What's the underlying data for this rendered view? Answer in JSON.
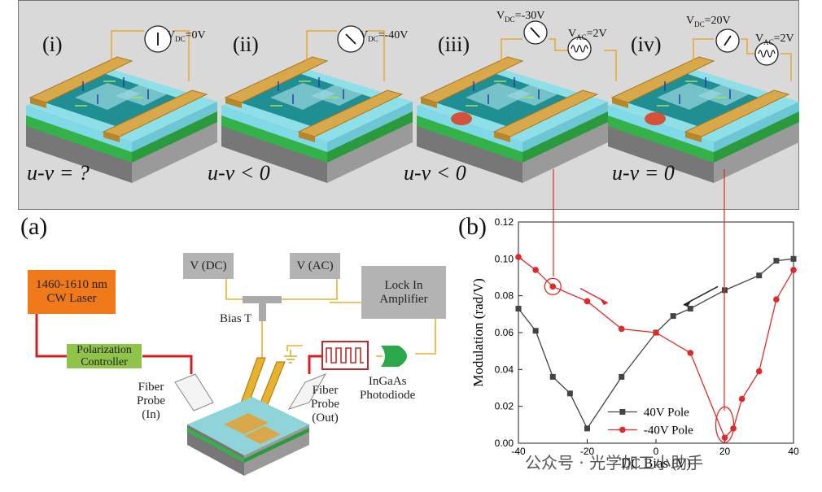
{
  "top_panel": {
    "devices": [
      {
        "roman": "(i)",
        "vdc": "=0V",
        "vac": "",
        "relation": "u-v = ?"
      },
      {
        "roman": "(ii)",
        "vdc": "=-40V",
        "vac": "",
        "relation": "u-v < 0"
      },
      {
        "roman": "(iii)",
        "vdc": "=-30V",
        "vac": "=2V",
        "relation": "u-v < 0"
      },
      {
        "roman": "(iv)",
        "vdc": "=20V",
        "vac": "=2V",
        "relation": "u-v = 0"
      }
    ],
    "v_dc_symbol": "V",
    "v_dc_sub": "DC",
    "v_ac_symbol": "V",
    "v_ac_sub": "AC"
  },
  "panel_a": {
    "letter": "(a)",
    "laser": "1460-1610 nm\nCW Laser",
    "polarization": "Polarization\nController",
    "vdc_box": "V (DC)",
    "vac_box": "V (AC)",
    "lockin": "Lock In\nAmplifier",
    "bias_t": "Bias T",
    "fiber_in": "Fiber\nProbe\n(In)",
    "fiber_out": "Fiber\nProbe\n(Out)",
    "photodiode": "InGaAs\nPhotodiode",
    "colors": {
      "laser": "#f07a1a",
      "polarization": "#8fc34a",
      "gray_box": "#b3b3b3",
      "fiber": "#d62020",
      "wire": "#e8b22a"
    }
  },
  "panel_b": {
    "letter": "(b)"
  },
  "chart_data": {
    "type": "line",
    "xlabel": "DC Bias (V)",
    "ylabel": "Modulation (rad/V)",
    "xlim": [
      -40,
      40
    ],
    "ylim": [
      0,
      0.12
    ],
    "x_ticks": [
      "-40",
      "-20",
      "0",
      "20",
      "40"
    ],
    "y_ticks": [
      "0.00",
      "0.02",
      "0.04",
      "0.06",
      "0.08",
      "0.10",
      "0.12"
    ],
    "series": [
      {
        "name": "40V Pole",
        "color": "#444444",
        "marker": "square",
        "x": [
          -40,
          -35,
          -30,
          -25,
          -20,
          -10,
          0,
          5,
          10,
          20,
          30,
          35,
          40
        ],
        "y": [
          0.073,
          0.061,
          0.036,
          0.027,
          0.008,
          0.036,
          0.06,
          0.069,
          0.073,
          0.083,
          0.091,
          0.099,
          0.1
        ]
      },
      {
        "name": "-40V Pole",
        "color": "#e02a2a",
        "marker": "circle",
        "x": [
          -40,
          -35,
          -30,
          -20,
          -10,
          0,
          10,
          20,
          22.5,
          25,
          30,
          35,
          40
        ],
        "y": [
          0.101,
          0.094,
          0.085,
          0.077,
          0.062,
          0.06,
          0.049,
          0.003,
          0.008,
          0.024,
          0.039,
          0.078,
          0.094
        ]
      }
    ],
    "legend_position": "bottom-right",
    "grid": false
  },
  "watermark": "公众号 · 光学加工小助手"
}
